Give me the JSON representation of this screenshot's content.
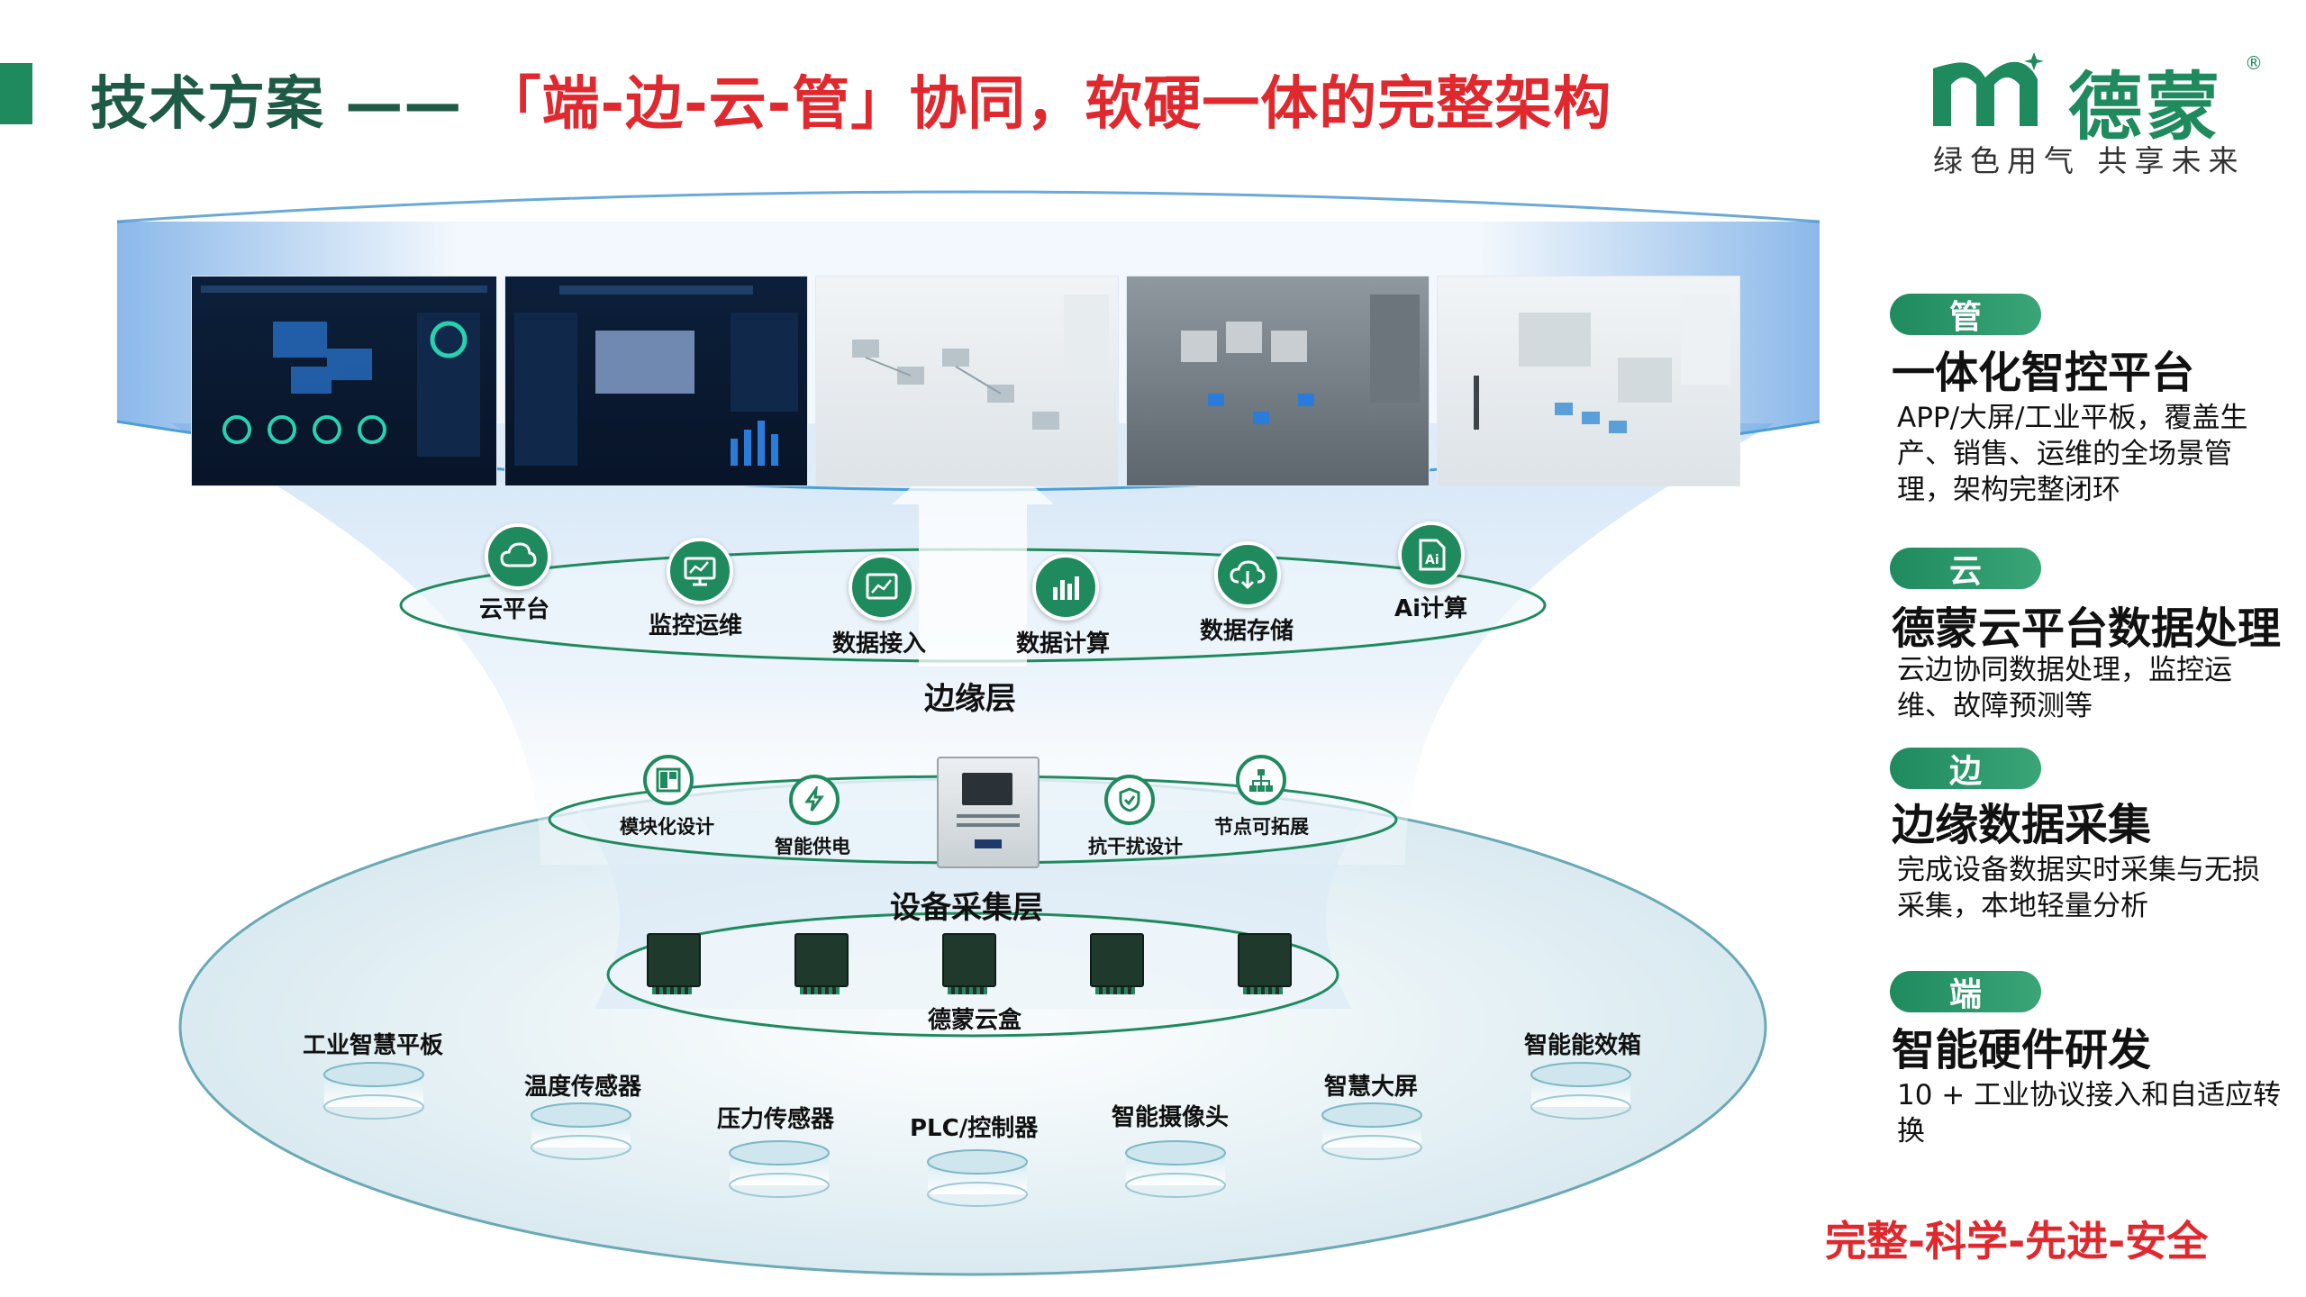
{
  "header": {
    "title_prefix": "技术方案 —— ",
    "title_highlight": "「端-边-云-管」协同，软硬一体的完整架构"
  },
  "logo": {
    "name": "德蒙",
    "registered": "®",
    "slogan": "绿色用气 共享未来"
  },
  "colors": {
    "brand_green": "#1f8a5e",
    "accent_red": "#e0292e"
  },
  "cloud_layer": {
    "icons": [
      {
        "label": "云平台",
        "icon": "cloud-icon"
      },
      {
        "label": "监控运维",
        "icon": "monitor-icon"
      },
      {
        "label": "数据接入",
        "icon": "data-input-icon"
      },
      {
        "label": "数据计算",
        "icon": "bar-chart-icon"
      },
      {
        "label": "数据存储",
        "icon": "cloud-download-icon"
      },
      {
        "label": "Ai计算",
        "icon": "ai-icon"
      }
    ]
  },
  "edge_layer": {
    "title": "边缘层",
    "features": [
      {
        "label": "模块化设计",
        "icon": "module-icon"
      },
      {
        "label": "智能供电",
        "icon": "power-icon"
      },
      {
        "label": "抗干扰设计",
        "icon": "shield-check-icon"
      },
      {
        "label": "节点可拓展",
        "icon": "network-icon"
      }
    ]
  },
  "device_layer": {
    "title": "设备采集层",
    "gateway_label": "德蒙云盒"
  },
  "terminal_layer": {
    "devices": [
      "工业智慧平板",
      "温度传感器",
      "压力传感器",
      "PLC/控制器",
      "智能摄像头",
      "智慧大屏",
      "智能能效箱"
    ]
  },
  "panel": [
    {
      "tag": "管",
      "title": "一体化智控平台",
      "desc": "APP/大屏/工业平板，覆盖生产、销售、运维的全场景管理，架构完整闭环"
    },
    {
      "tag": "云",
      "title": "德蒙云平台数据处理",
      "desc": "云边协同数据处理，监控运维、故障预测等"
    },
    {
      "tag": "边",
      "title": "边缘数据采集",
      "desc": "完成设备数据实时采集与无损采集，本地轻量分析"
    },
    {
      "tag": "端",
      "title": "智能硬件研发",
      "desc": "10 + 工业协议接入和自适应转换"
    }
  ],
  "tagline": "完整-科学-先进-安全"
}
